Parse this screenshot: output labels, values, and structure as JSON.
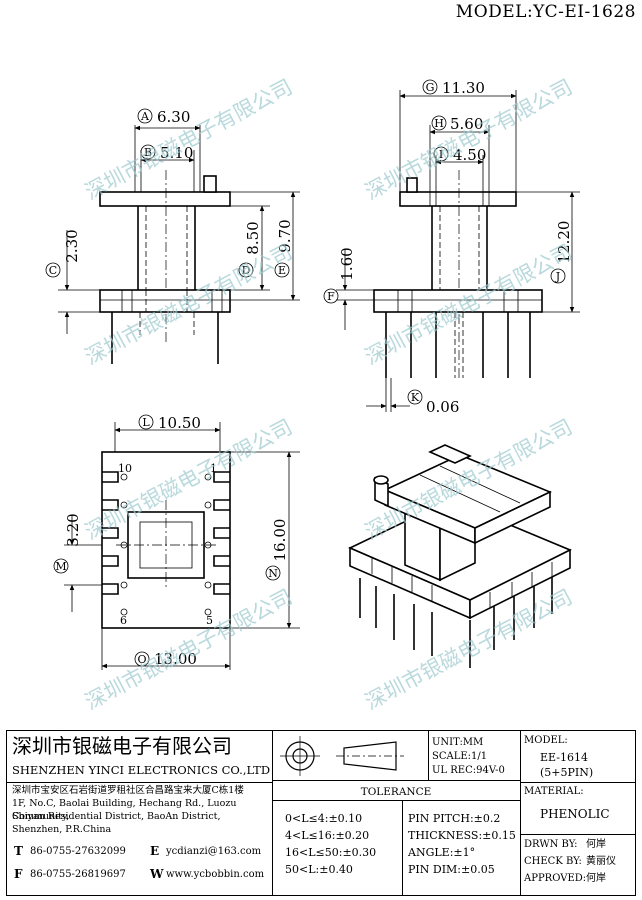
{
  "model_title": "MODEL:YC-EI-1628",
  "watermark": "深圳市银磁电子有限公司",
  "views": {
    "front": {
      "dims": [
        {
          "letter": "A",
          "value": "6.30"
        },
        {
          "letter": "B",
          "value": "5.10"
        },
        {
          "letter": "C",
          "value": "2.30"
        },
        {
          "letter": "D",
          "value": "8.50"
        },
        {
          "letter": "E",
          "value": "9.70"
        }
      ]
    },
    "side": {
      "dims": [
        {
          "letter": "G",
          "value": "11.30"
        },
        {
          "letter": "H",
          "value": "5.60"
        },
        {
          "letter": "I",
          "value": "4.50"
        },
        {
          "letter": "F",
          "value": "1.60"
        },
        {
          "letter": "J",
          "value": "12.20"
        },
        {
          "letter": "K",
          "value": "0.06"
        }
      ]
    },
    "bottom": {
      "dims": [
        {
          "letter": "L",
          "value": "10.50"
        },
        {
          "letter": "M",
          "value": "3.20"
        },
        {
          "letter": "N",
          "value": "16.00"
        },
        {
          "letter": "O",
          "value": "13.00"
        }
      ],
      "pin_labels": [
        "10",
        "1",
        "6",
        "5"
      ]
    }
  },
  "company": {
    "name_cn": "深圳市银磁电子有限公司",
    "name_en": "SHENZHEN YINCI ELECTRONICS CO.,LTD",
    "address_cn": "深圳市宝安区石岩街道罗租社区合昌路宝来大厦C栋1楼",
    "address_en_1": "1F, No.C, Baolai Building, Hechang Rd., Luozu Community,",
    "address_en_2": "Shiyan Residential District, BaoAn District,",
    "address_en_3": "Shenzhen, P.R.China",
    "tel_label": "T",
    "tel": "86-0755-27632099",
    "fax_label": "F",
    "fax": "86-0755-26819697",
    "email_label": "E",
    "email": "ycdianzi@163.com",
    "web_label": "W",
    "web": "www.ycbobbin.com"
  },
  "specs": {
    "unit": "UNIT:MM",
    "scale": "SCALE:1/1",
    "ul_rec": "UL REC:94V-0",
    "tolerance_title": "TOLERANCE",
    "tolerances": [
      "0<L≤4:±0.10",
      "4<L≤16:±0.20",
      "16<L≤50:±0.30",
      "50<L:±0.40"
    ],
    "pin_specs": [
      "PIN PITCH:±0.2",
      "THICKNESS:±0.15",
      "ANGLE:±1°",
      "PIN DIM:±0.05"
    ]
  },
  "model_info": {
    "model_label": "MODEL:",
    "model_value": "EE-1614",
    "pin_config": "(5+5PIN)",
    "material_label": "MATERIAL:",
    "material_value": "PHENOLIC",
    "drawn_label": "DRWN BY:",
    "drawn_value": "何岸",
    "check_label": "CHECK BY:",
    "check_value": "黄丽仪",
    "approved_label": "APPROVED:",
    "approved_value": "何岸"
  }
}
